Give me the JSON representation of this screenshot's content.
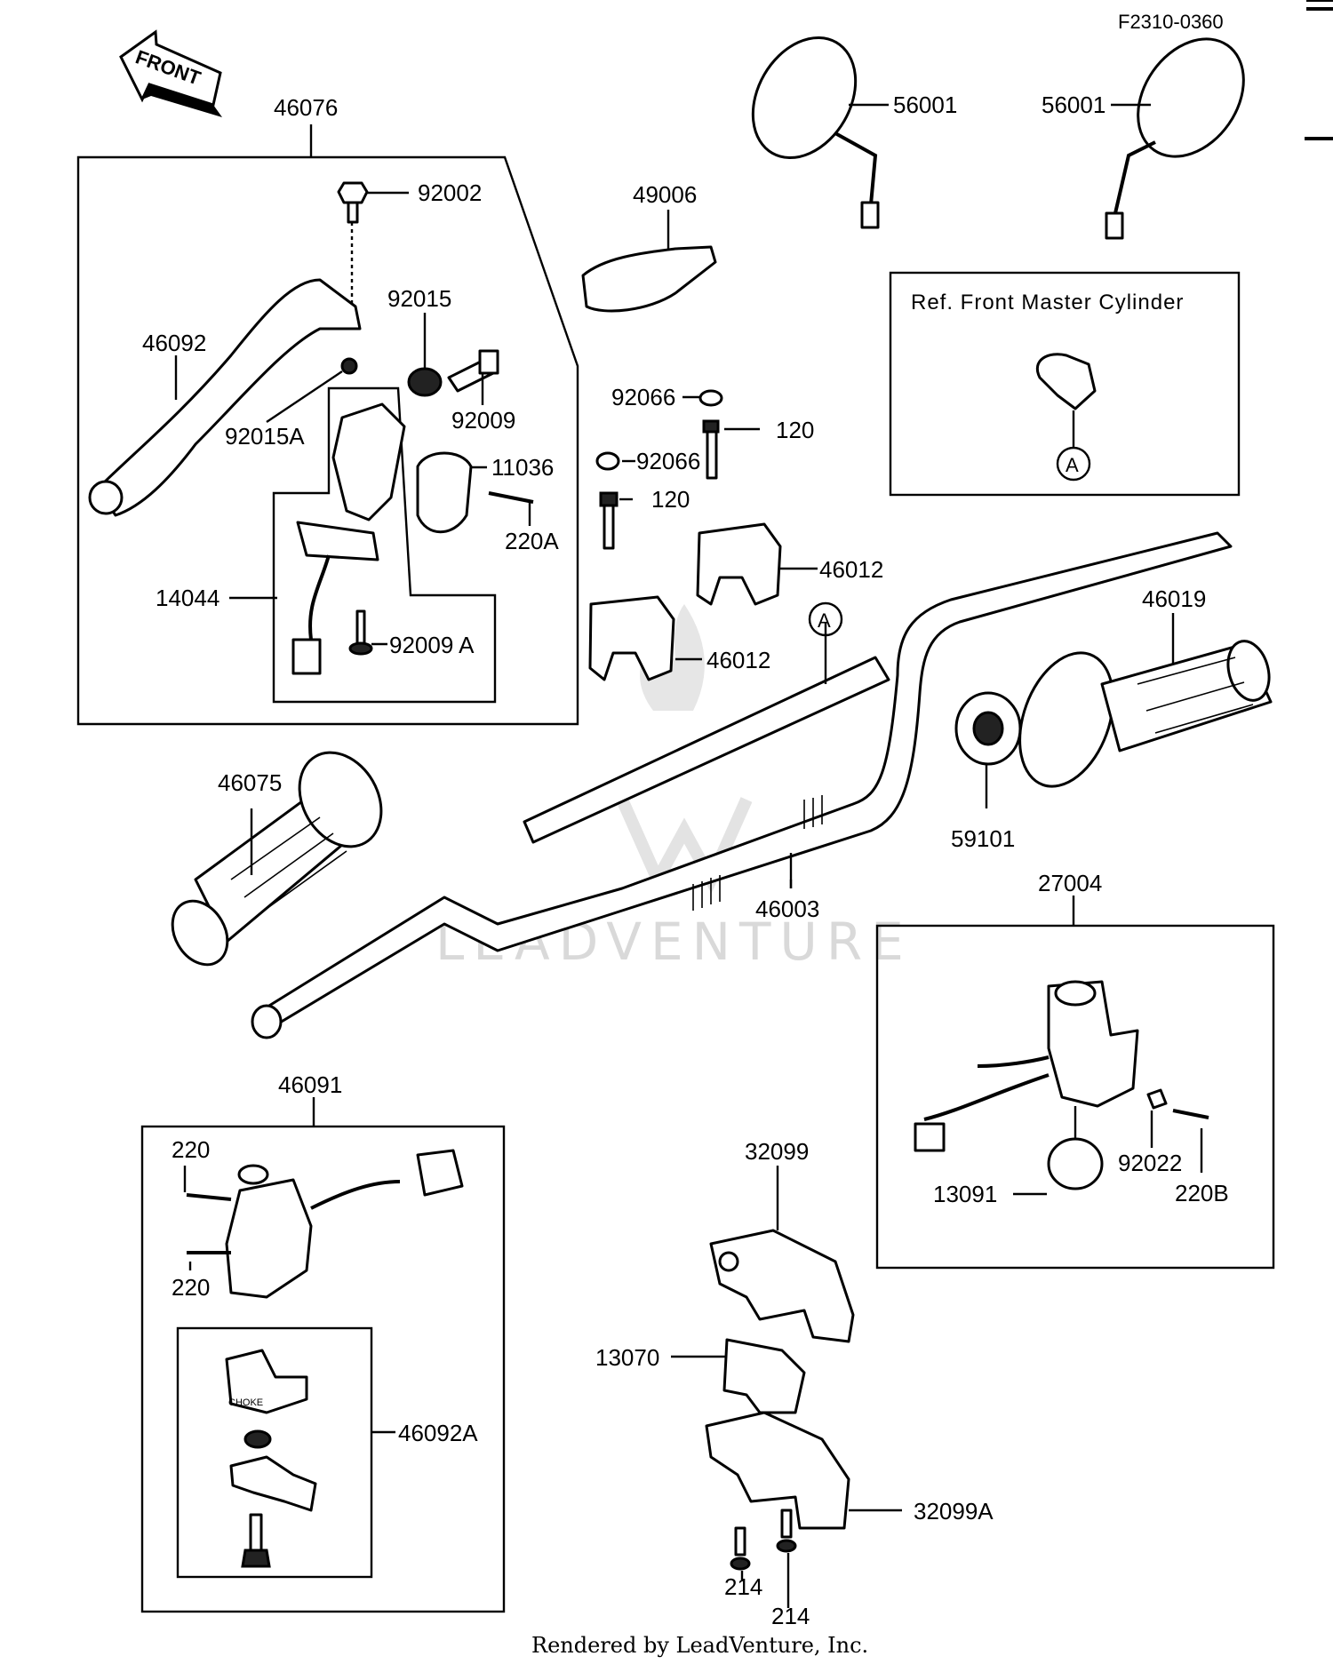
{
  "drawing_code": "F2310-0360",
  "front_label": "FRONT",
  "watermark": "LEADVENTURE",
  "footer": "Rendered by LeadVenture, Inc.",
  "ref_box_title": "Ref. Front Master Cylinder",
  "ref_marker": "A",
  "callouts": {
    "p46076": "46076",
    "p92002": "92002",
    "p92015": "92015",
    "p46092": "46092",
    "p92009": "92009",
    "p92015A": "92015A",
    "p11036": "11036",
    "p220A": "220A",
    "p14044": "14044",
    "p92009A": "92009 A",
    "p49006": "49006",
    "p56001_left": "56001",
    "p56001_right": "56001",
    "p92066_top": "92066",
    "p120_top": "120",
    "p92066_mid": "92066",
    "p120_mid": "120",
    "p46012_top": "46012",
    "p46012_bottom": "46012",
    "p46019": "46019",
    "p59101": "59101",
    "p46075": "46075",
    "p46003": "46003",
    "p27004": "27004",
    "p92022": "92022",
    "p13091": "13091",
    "p220B": "220B",
    "p46091": "46091",
    "p220_top": "220",
    "p220_bottom": "220",
    "p46092A": "46092A",
    "p32099": "32099",
    "p13070": "13070",
    "p32099A": "32099A",
    "p214_left": "214",
    "p214_right": "214"
  },
  "choke_text": "CHOKE"
}
